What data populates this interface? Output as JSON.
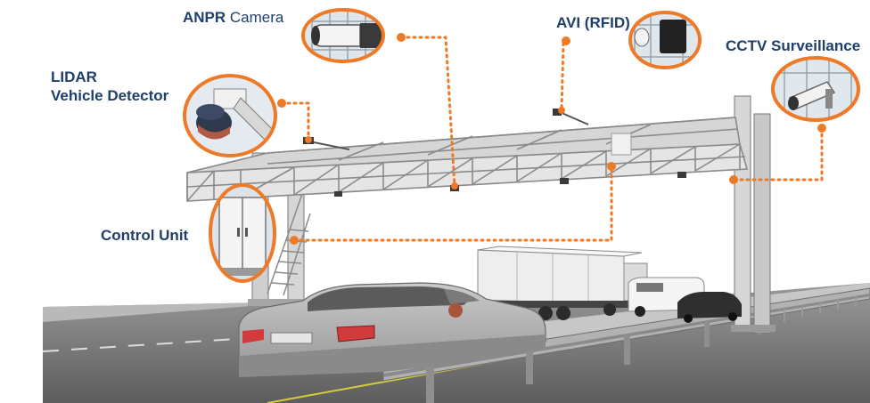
{
  "diagram": {
    "title": "Toll gantry sensor components",
    "accent_color": "#ee7a27",
    "text_color": "#1f3f6a",
    "components": [
      {
        "id": "anpr",
        "prefix": "ANPR",
        "name": "Camera",
        "icon": "anpr-camera-icon"
      },
      {
        "id": "avi",
        "prefix": "AVI (RFID)",
        "name": "",
        "icon": "rfid-reader-icon"
      },
      {
        "id": "lidar",
        "line1": "LIDAR",
        "line2": "Vehicle Detector",
        "icon": "lidar-sensor-icon"
      },
      {
        "id": "cctv",
        "prefix": "",
        "name": "CCTV Surveillance",
        "icon": "cctv-camera-icon"
      },
      {
        "id": "control",
        "name": "Control Unit",
        "icon": "control-cabinet-icon"
      }
    ]
  }
}
